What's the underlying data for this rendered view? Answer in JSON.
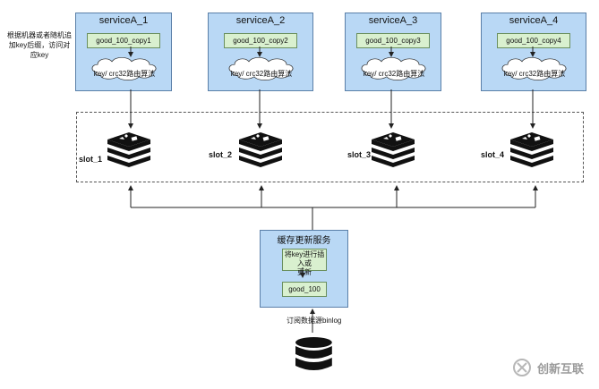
{
  "services": [
    {
      "title": "serviceA_1",
      "key": "good_100_copy1",
      "cloud": "key/ crc32路由算法"
    },
    {
      "title": "serviceA_2",
      "key": "good_100_copy2",
      "cloud": "key/ crc32路由算法"
    },
    {
      "title": "serviceA_3",
      "key": "good_100_copy3",
      "cloud": "key/ crc32路由算法"
    },
    {
      "title": "serviceA_4",
      "key": "good_100_copy4",
      "cloud": "key/ crc32路由算法"
    }
  ],
  "note": {
    "line1": "根据机器或者随机追",
    "line2": "加key后缀，访问对",
    "line3": "应key"
  },
  "slots": [
    "slot_1",
    "slot_2",
    "slot_3",
    "slot_4"
  ],
  "cache_service": {
    "title": "缓存更新服务",
    "update_label_line1": "将key进行插入或",
    "update_label_line2": "更新",
    "key": "good_100"
  },
  "binlog_label": "订阅数据源binlog",
  "watermark": {
    "text": "创新互联"
  },
  "colors": {
    "service_fill": "#b9d8f5",
    "key_fill": "#d9f0cf",
    "redis_icon": "#111111",
    "arrow": "#222222"
  }
}
